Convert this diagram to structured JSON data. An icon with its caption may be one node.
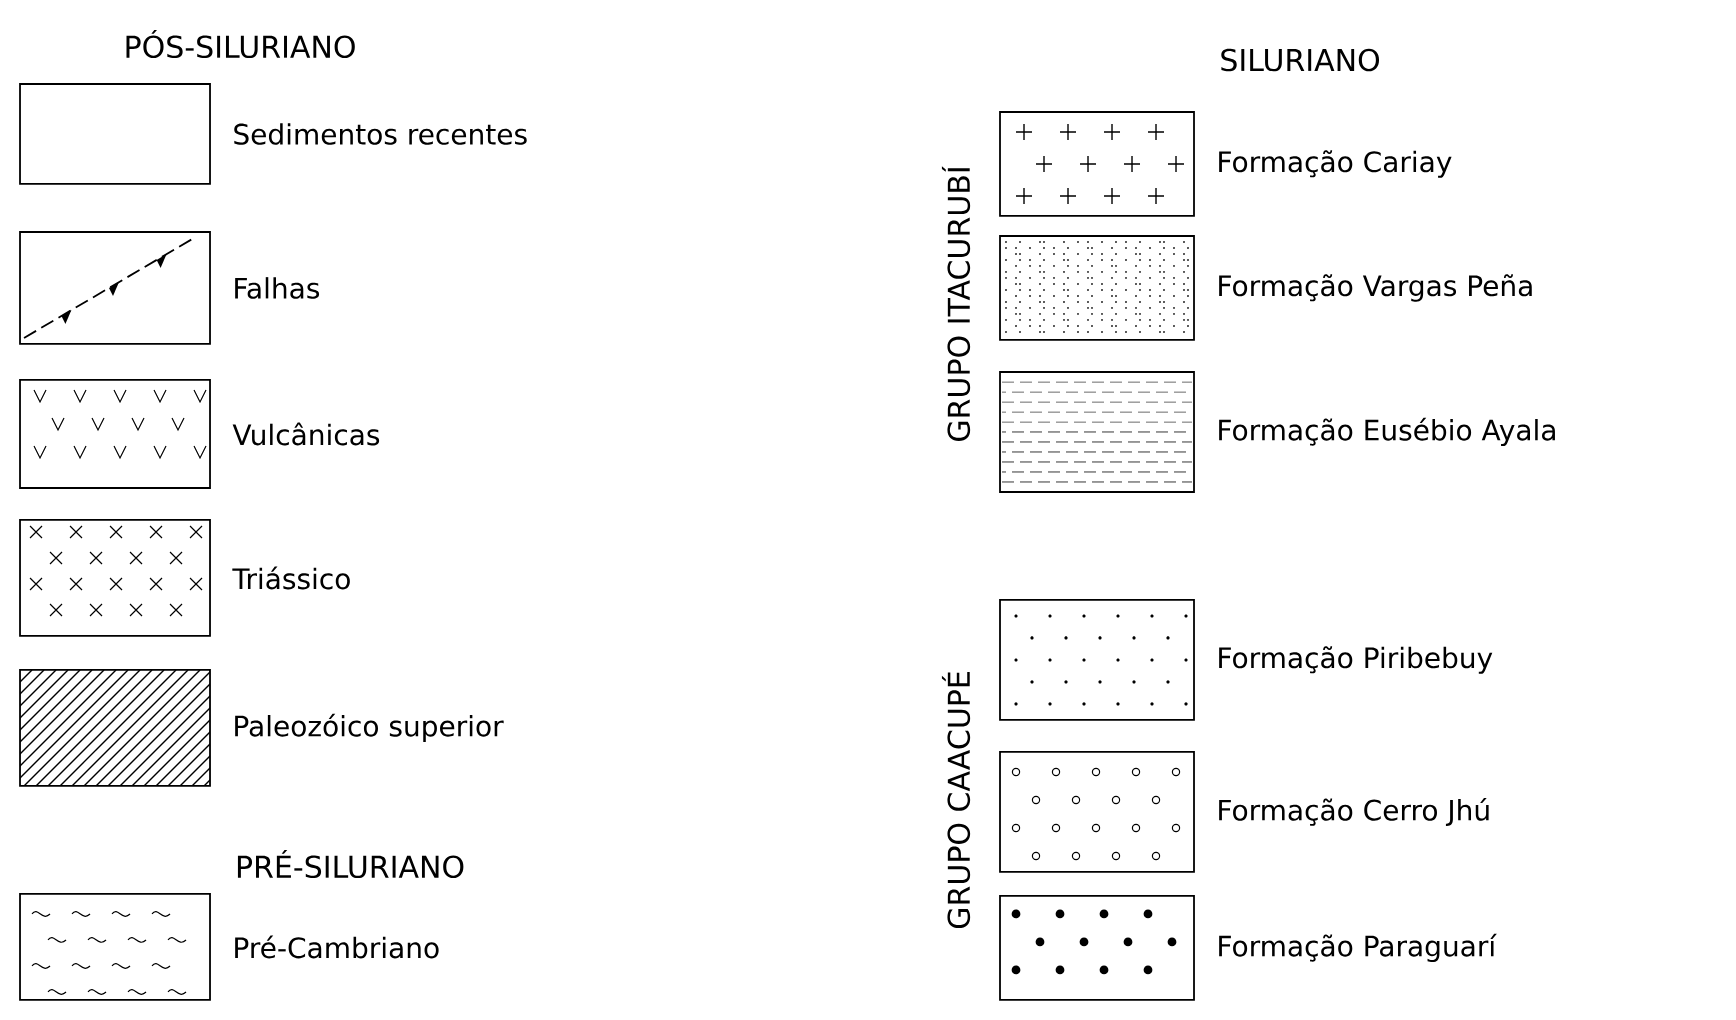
{
  "diagram": {
    "labels": [
      "PÓS-SILURIANO",
      "SILURIANO",
      "GRUPO ITACURUBÍ",
      "GRUPO CAACUPÉ",
      "PRÉ-SILURIANO"
    ],
    "legend": [
      {
        "text": "Sedimentos recentes"
      },
      {
        "text": "Falhas"
      },
      {
        "text": "Vulcânicas"
      },
      {
        "text": "Triássico"
      },
      {
        "text": "Paleozóico superior"
      },
      {
        "text": "Pré-Cambriano"
      },
      {
        "text": "Formação Cariay"
      },
      {
        "text": "Formação Vargas Peña"
      },
      {
        "text": "Formação Eusébio Ayala"
      },
      {
        "text": "Formação Piribebuy"
      },
      {
        "text": "Formação Cerro Jhú"
      },
      {
        "text": "Formação Paraguarí"
      }
    ]
  }
}
